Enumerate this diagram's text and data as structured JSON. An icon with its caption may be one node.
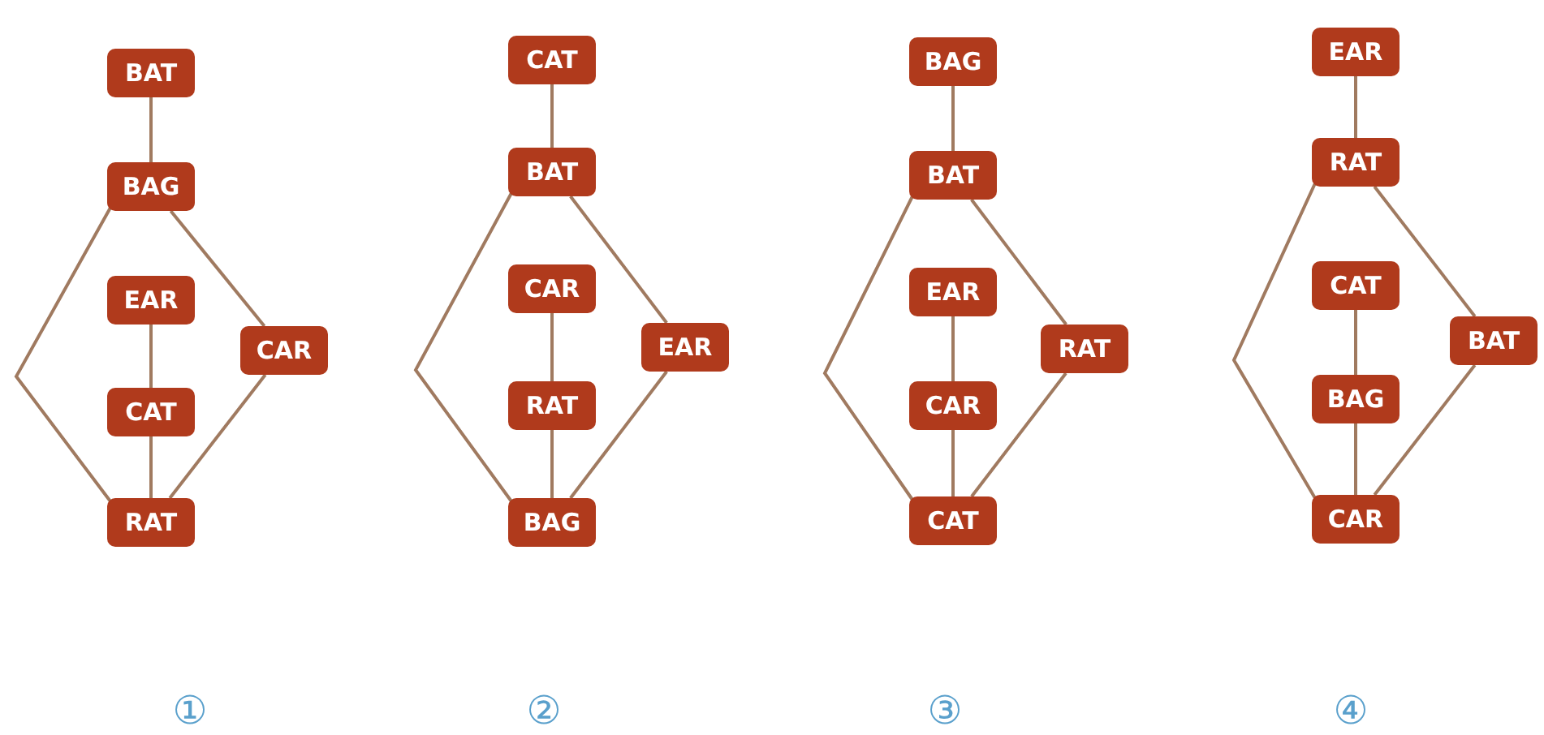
{
  "diagram": {
    "nodes": [
      {
        "text": [
          "BAT"
        ]
      },
      {
        "text": [
          "BAG"
        ]
      },
      {
        "text": [
          "EAR"
        ]
      },
      {
        "text": [
          "CAT"
        ]
      },
      {
        "text": [
          "RAT"
        ]
      },
      {
        "text": [
          "CAR"
        ]
      },
      {
        "text": [
          "CAT"
        ]
      },
      {
        "text": [
          "BAT"
        ]
      },
      {
        "text": [
          "CAR"
        ]
      },
      {
        "text": [
          "RAT"
        ]
      },
      {
        "text": [
          "BAG"
        ]
      },
      {
        "text": [
          "EAR"
        ]
      },
      {
        "text": [
          "BAG"
        ]
      },
      {
        "text": [
          "BAT"
        ]
      },
      {
        "text": [
          "EAR"
        ]
      },
      {
        "text": [
          "CAR"
        ]
      },
      {
        "text": [
          "CAT"
        ]
      },
      {
        "text": [
          "RAT"
        ]
      },
      {
        "text": [
          "EAR"
        ]
      },
      {
        "text": [
          "RAT"
        ]
      },
      {
        "text": [
          "CAT"
        ]
      },
      {
        "text": [
          "BAG"
        ]
      },
      {
        "text": [
          "CAR"
        ]
      },
      {
        "text": [
          "BAT"
        ]
      }
    ],
    "edges": [
      {
        "from": 0,
        "to": 1,
        "arrow": "none"
      },
      {
        "from": 1,
        "to": 4,
        "arrow": "none"
      },
      {
        "from": 2,
        "to": 3,
        "arrow": "none"
      },
      {
        "from": 3,
        "to": 4,
        "arrow": "none"
      },
      {
        "from": 1,
        "to": 5,
        "arrow": "none"
      },
      {
        "from": 5,
        "to": 4,
        "arrow": "none"
      },
      {
        "from": 6,
        "to": 7,
        "arrow": "none"
      },
      {
        "from": 7,
        "to": 10,
        "arrow": "none"
      },
      {
        "from": 8,
        "to": 9,
        "arrow": "none"
      },
      {
        "from": 9,
        "to": 10,
        "arrow": "none"
      },
      {
        "from": 7,
        "to": 11,
        "arrow": "none"
      },
      {
        "from": 11,
        "to": 10,
        "arrow": "none"
      },
      {
        "from": 12,
        "to": 13,
        "arrow": "none"
      },
      {
        "from": 13,
        "to": 16,
        "arrow": "none"
      },
      {
        "from": 14,
        "to": 15,
        "arrow": "none"
      },
      {
        "from": 15,
        "to": 16,
        "arrow": "none"
      },
      {
        "from": 13,
        "to": 17,
        "arrow": "none"
      },
      {
        "from": 17,
        "to": 16,
        "arrow": "none"
      },
      {
        "from": 18,
        "to": 19,
        "arrow": "none"
      },
      {
        "from": 19,
        "to": 22,
        "arrow": "none"
      },
      {
        "from": 20,
        "to": 21,
        "arrow": "none"
      },
      {
        "from": 21,
        "to": 22,
        "arrow": "none"
      },
      {
        "from": 19,
        "to": 23,
        "arrow": "none"
      },
      {
        "from": 23,
        "to": 22,
        "arrow": "none"
      }
    ],
    "labels": [
      "①",
      "②",
      "③",
      "④"
    ]
  }
}
